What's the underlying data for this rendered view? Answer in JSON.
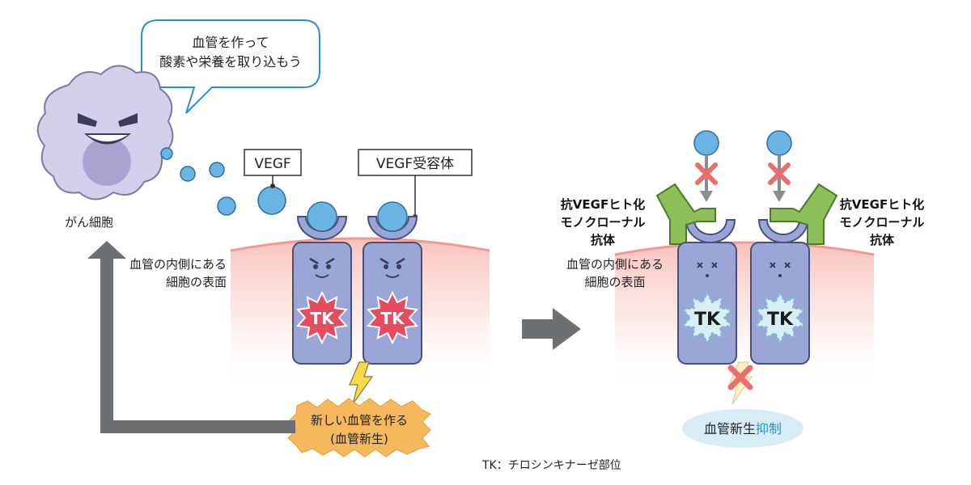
{
  "speech_bubble": {
    "line1": "血管を作って",
    "line2": "酸素や栄養を取り込もう"
  },
  "cancer_cell_label": "がん細胞",
  "vegf_label": "VEGF",
  "vegf_receptor_label": "VEGF受容体",
  "cell_surface_label_left": {
    "line1": "血管の内側にある",
    "line2": "細胞の表面"
  },
  "cell_surface_label_right": {
    "line1": "血管の内側にある",
    "line2": "細胞の表面"
  },
  "tk_label": "TK",
  "new_vessel_burst": {
    "line1": "新しい血管を作る",
    "line2": "(血管新生)"
  },
  "antibody_label_left": {
    "line1": "抗VEGFヒト化",
    "line2": "モノクローナル",
    "line3": "抗体"
  },
  "antibody_label_right": {
    "line1": "抗VEGFヒト化",
    "line2": "モノクローナル",
    "line3": "抗体"
  },
  "inhibition_label": {
    "prefix": "血管新生",
    "emphasis": "抑制"
  },
  "footnote": "TK：チロシンキナーゼ部位",
  "colors": {
    "vegf_blue": "#6cb4e4",
    "receptor_purple": "#9aa6d8",
    "tk_red": "#e64b5f",
    "tk_light": "#d6eef4",
    "antibody_green": "#8dbf5a",
    "arrow_gray": "#6d7072",
    "cross_red": "#ec6d6d",
    "burst_orange": "#f5b85c",
    "inhibit_blue": "#2a8fcf"
  }
}
